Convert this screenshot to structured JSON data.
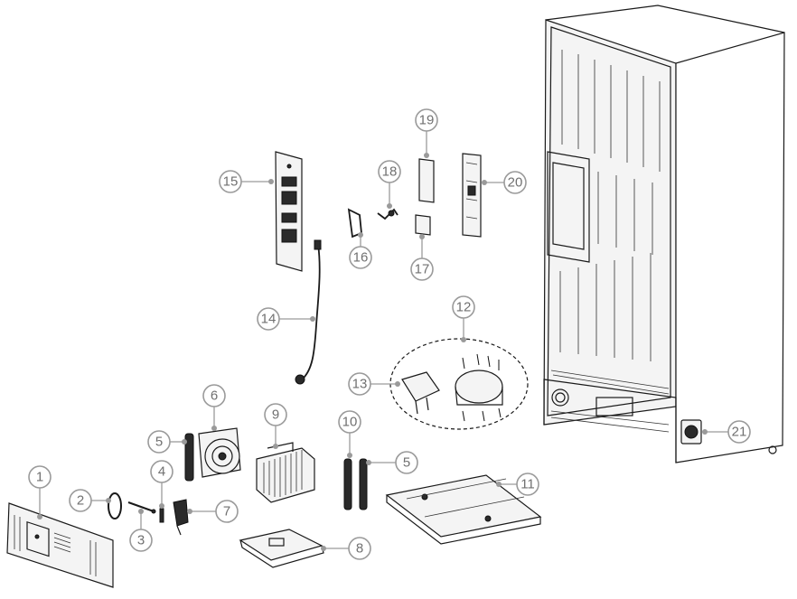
{
  "callouts": {
    "c1": "1",
    "c2": "2",
    "c3": "3",
    "c4": "4",
    "c5a": "5",
    "c5b": "5",
    "c6": "6",
    "c7": "7",
    "c8": "8",
    "c9": "9",
    "c10": "10",
    "c11": "11",
    "c12": "12",
    "c13": "13",
    "c14": "14",
    "c15": "15",
    "c16": "16",
    "c17": "17",
    "c18": "18",
    "c19": "19",
    "c20": "20",
    "c21": "21"
  },
  "colors": {
    "leader": "#9a9a9a",
    "label": "#707070",
    "outline": "#1a1a1a"
  }
}
